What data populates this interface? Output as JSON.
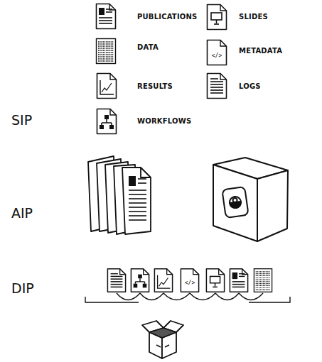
{
  "diagram": {
    "labels": [
      "SIP",
      "PUBLICATIONS",
      "SLIDES",
      "DATA",
      "METADATA",
      "RESULTS",
      "LOGS",
      "WORKFLOWS",
      "</>",
      "AIP",
      "</>",
      "DIP"
    ]
  }
}
